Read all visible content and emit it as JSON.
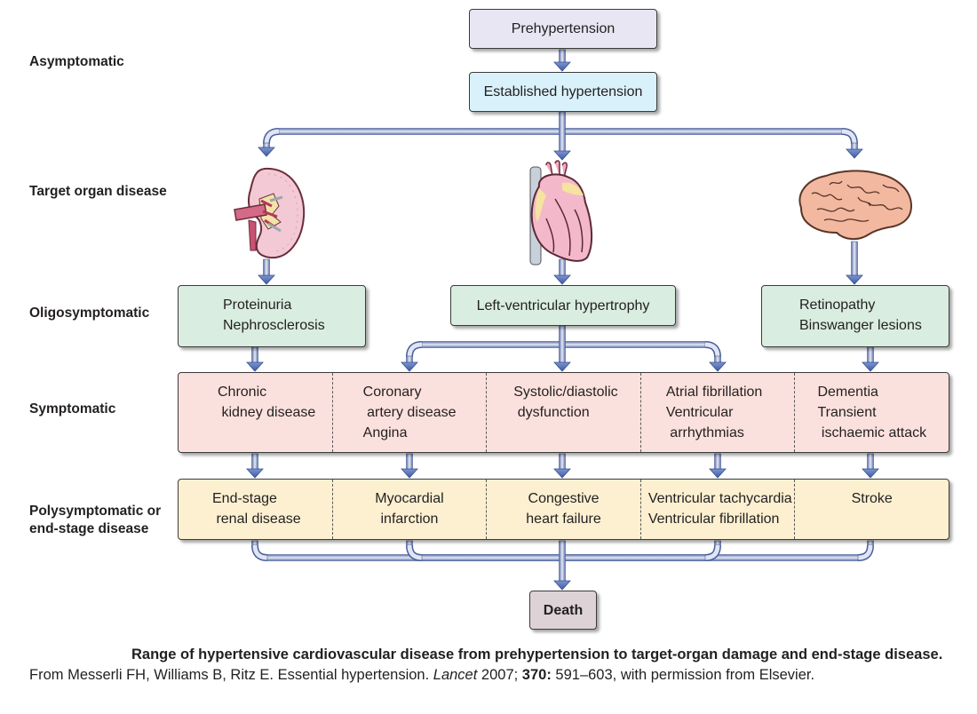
{
  "stages": [
    {
      "id": "asymptomatic",
      "label": "Asymptomatic"
    },
    {
      "id": "target",
      "label": "Target organ disease"
    },
    {
      "id": "oligo",
      "label": "Oligosymptomatic"
    },
    {
      "id": "symptomatic",
      "label": "Symptomatic"
    },
    {
      "id": "poly",
      "label": "Polysymptomatic or\nend-stage disease"
    }
  ],
  "nodes": {
    "prehypertension": "Prehypertension",
    "established": "Established hypertension",
    "oligo": {
      "kidney": "Proteinuria\nNephrosclerosis",
      "heart": "Left-ventricular hypertrophy",
      "brain": "Retinopathy\nBinswanger lesions"
    },
    "symptomatic": [
      "Chronic\n kidney disease",
      "Coronary\n artery disease\nAngina",
      "Systolic/diastolic\n dysfunction",
      "Atrial fibrillation\nVentricular\n arrhythmias",
      "Dementia\nTransient\n ischaemic attack"
    ],
    "endstage": [
      "End-stage\n renal disease",
      "Myocardial\ninfarction",
      "Congestive\nheart failure",
      "Ventricular tachycardia\nVentricular fibrillation",
      "Stroke"
    ],
    "death": "Death"
  },
  "organs": [
    {
      "id": "kidney",
      "icon": "kidney-icon"
    },
    {
      "id": "heart",
      "icon": "heart-icon"
    },
    {
      "id": "brain",
      "icon": "brain-icon"
    }
  ],
  "caption": {
    "title_bold": "Range of hypertensive cardiovascular disease from prehypertension to target-organ damage and end-stage disease.",
    "citation_pre": " From Messerli FH, Williams B, Ritz E. Essential hypertension. ",
    "journal": "Lancet",
    "year": " 2007; ",
    "volume": "370:",
    "pages": " 591–603, with permission from Elsevier."
  },
  "colors": {
    "arrow": "#4a67b0",
    "prehypertension": "#e7e6f2",
    "established": "#d9f1fa",
    "oligosymptomatic": "#d9ede0",
    "symptomatic": "#fbe1dd",
    "endstage": "#fcf0d1",
    "death": "#ddd3d6"
  }
}
